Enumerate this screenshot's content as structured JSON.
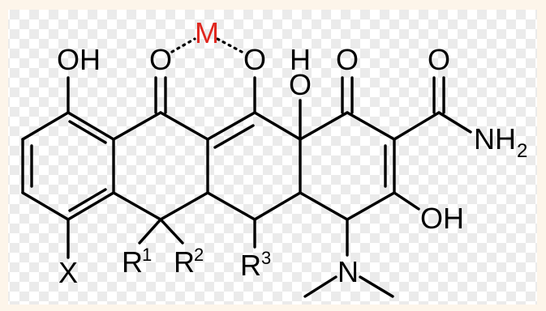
{
  "molecule": {
    "metal": "M",
    "metal_color": "#e0261e",
    "bond_color": "#000000",
    "atoms": {
      "oh_left": "OH",
      "o_c11": "O",
      "o_c12": "O",
      "h_c12a": "H",
      "o_c12a": "O",
      "o_c1": "O",
      "o_amide": "O",
      "nh2_base": "NH",
      "nh2_sub": "2",
      "oh_c3": "OH",
      "x": "X",
      "r1": "R",
      "r1_sup": "1",
      "r2": "R",
      "r2_sup": "2",
      "r3": "R",
      "r3_sup": "3",
      "n": "N"
    }
  }
}
